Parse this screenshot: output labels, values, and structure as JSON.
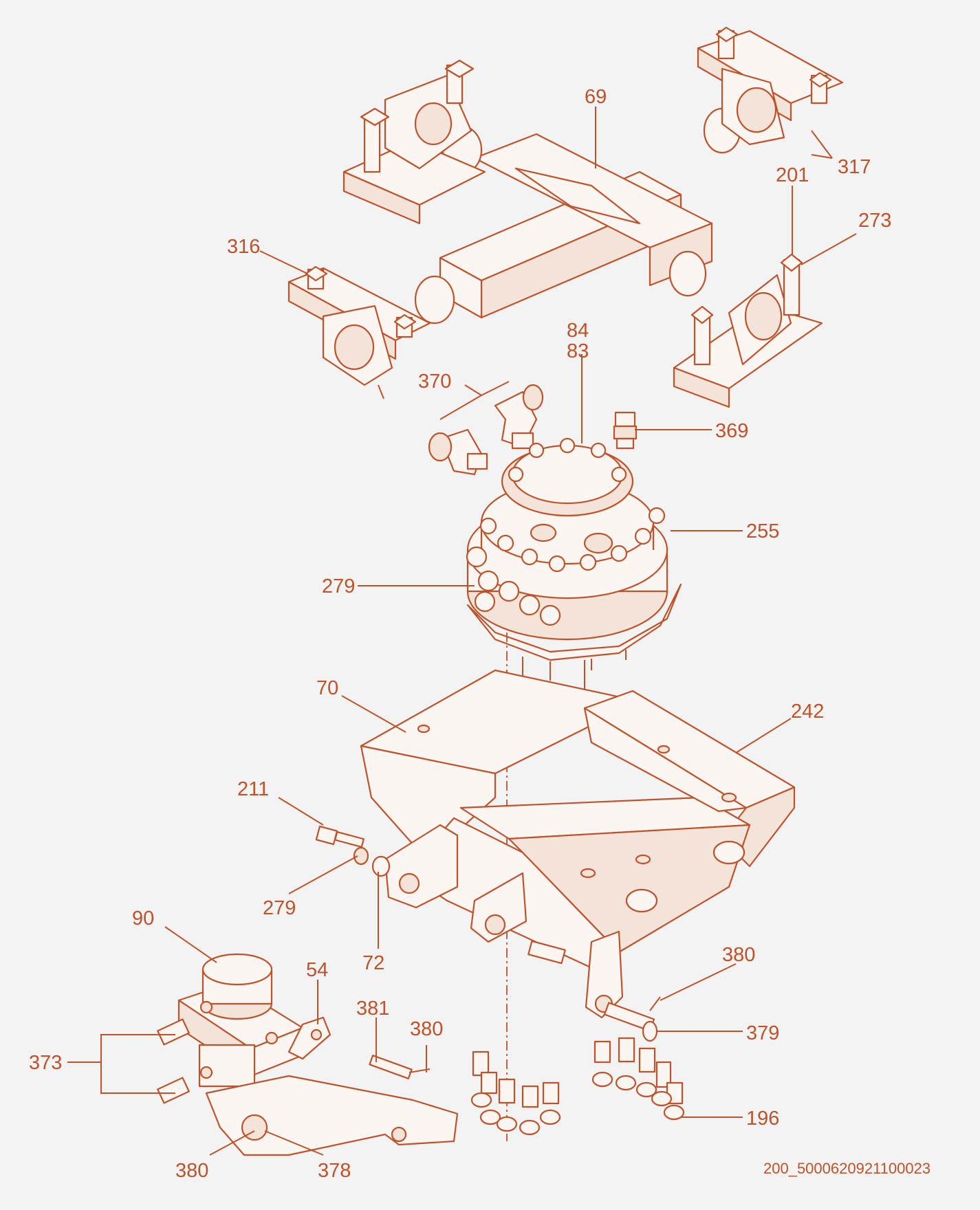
{
  "diagram": {
    "drawing_code": "200_5000620921100023",
    "part_callouts": [
      "69",
      "317",
      "201",
      "273",
      "316",
      "84",
      "83",
      "370",
      "369",
      "255",
      "279",
      "70",
      "242",
      "211",
      "279",
      "72",
      "90",
      "54",
      "381",
      "380",
      "380",
      "379",
      "373",
      "196",
      "380",
      "378"
    ]
  },
  "colors": {
    "line": "#c0522a",
    "background": "#f3f3f3"
  }
}
